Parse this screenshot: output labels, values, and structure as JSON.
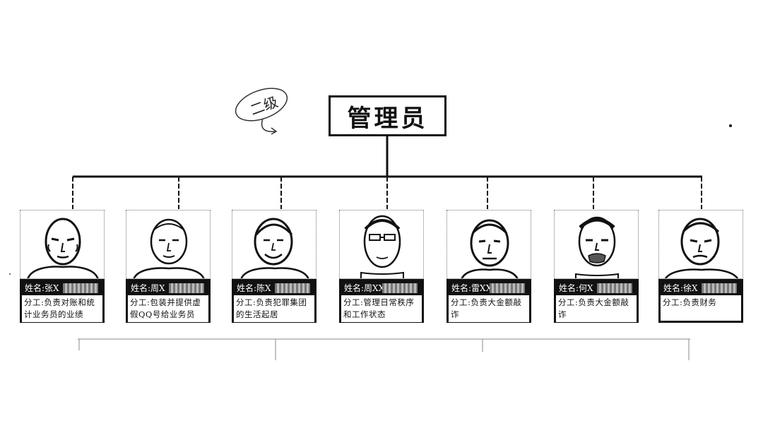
{
  "root": {
    "title": "管理员"
  },
  "annotation": "二级",
  "members": [
    {
      "name": "姓名:张X",
      "role": "分工:负责对账和统计业务员的业绩"
    },
    {
      "name": "姓名:周X",
      "role": "分工:包装并提供虚假QQ号给业务员"
    },
    {
      "name": "姓名:陈X",
      "role": "分工:负责犯罪集团的生活起居"
    },
    {
      "name": "姓名:周XX",
      "role": "分工:管理日常秩序和工作状态"
    },
    {
      "name": "姓名:雷XX",
      "role": "分工:负责大金额敲诈"
    },
    {
      "name": "姓名:何X",
      "role": "分工:负责大金额敲诈"
    },
    {
      "name": "姓名:徐X",
      "role": "分工:负责财务"
    }
  ],
  "colors": {
    "ink": "#111111",
    "paper": "#ffffff"
  }
}
